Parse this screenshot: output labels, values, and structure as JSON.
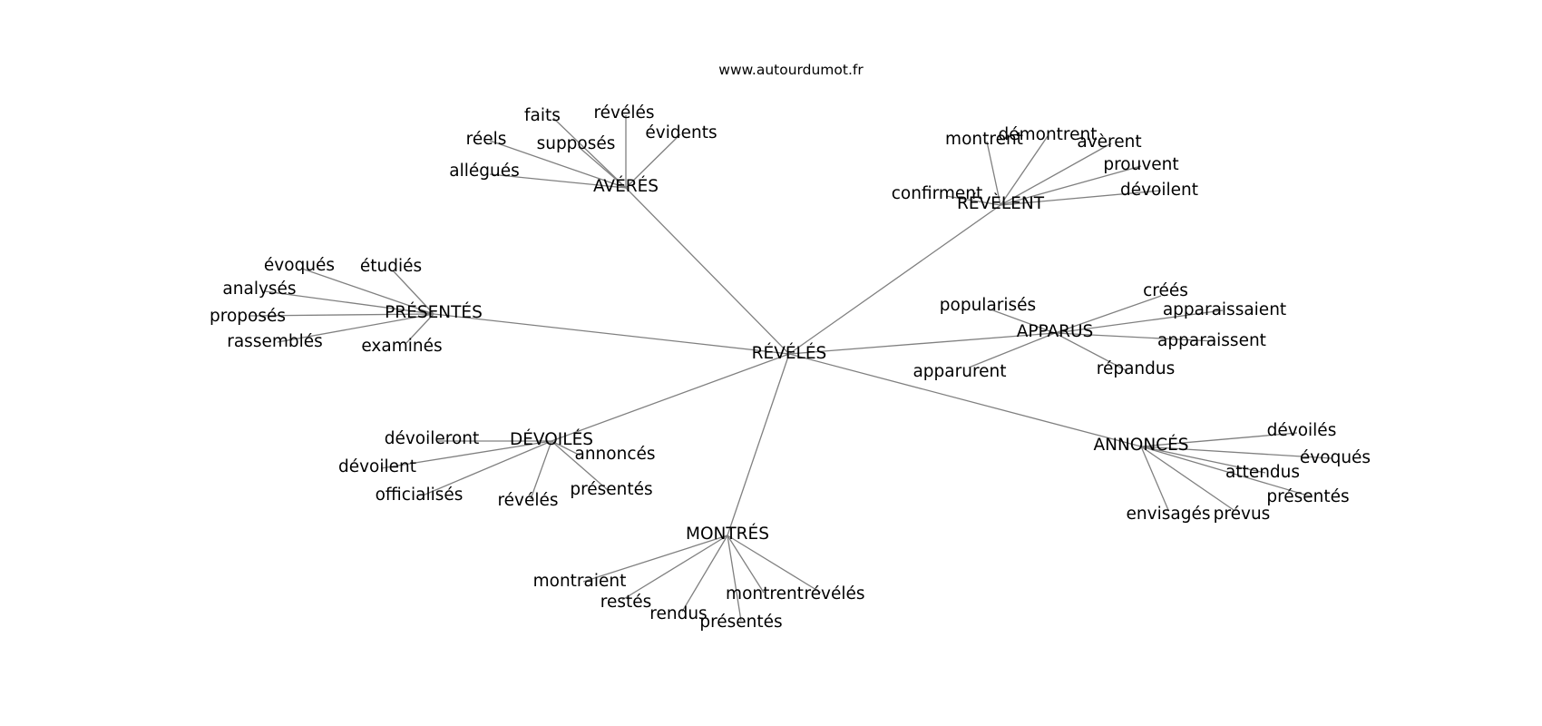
{
  "header": {
    "site": "www.autourdumot.fr"
  },
  "graph": {
    "root": "RÉVÉLÉS",
    "hubs": [
      {
        "id": "averes",
        "label": "AVÉRÉS",
        "leaves": [
          "faits",
          "révélés",
          "évidents",
          "réels",
          "supposés",
          "allégués"
        ]
      },
      {
        "id": "revelent",
        "label": "RÉVÈLENT",
        "leaves": [
          "montrent",
          "démontrent",
          "avèrent",
          "prouvent",
          "confirment",
          "dévoilent"
        ]
      },
      {
        "id": "presentes",
        "label": "PRÉSENTÉS",
        "leaves": [
          "évoqués",
          "étudiés",
          "analysés",
          "proposés",
          "rassemblés",
          "examinés"
        ]
      },
      {
        "id": "apparus",
        "label": "APPARUS",
        "leaves": [
          "popularisés",
          "créés",
          "apparaissaient",
          "apparaissent",
          "apparurent",
          "répandus"
        ]
      },
      {
        "id": "devoiles",
        "label": "DÉVOILÉS",
        "leaves": [
          "dévoileront",
          "dévoilent",
          "annoncés",
          "officialisés",
          "présentés",
          "révélés"
        ]
      },
      {
        "id": "annonces",
        "label": "ANNONCÉS",
        "leaves": [
          "dévoilés",
          "évoqués",
          "attendus",
          "présentés",
          "envisagés",
          "prévus"
        ]
      },
      {
        "id": "montres",
        "label": "MONTRÉS",
        "leaves": [
          "montraient",
          "restés",
          "rendus",
          "montrent",
          "révélés",
          "présentés"
        ]
      }
    ]
  }
}
